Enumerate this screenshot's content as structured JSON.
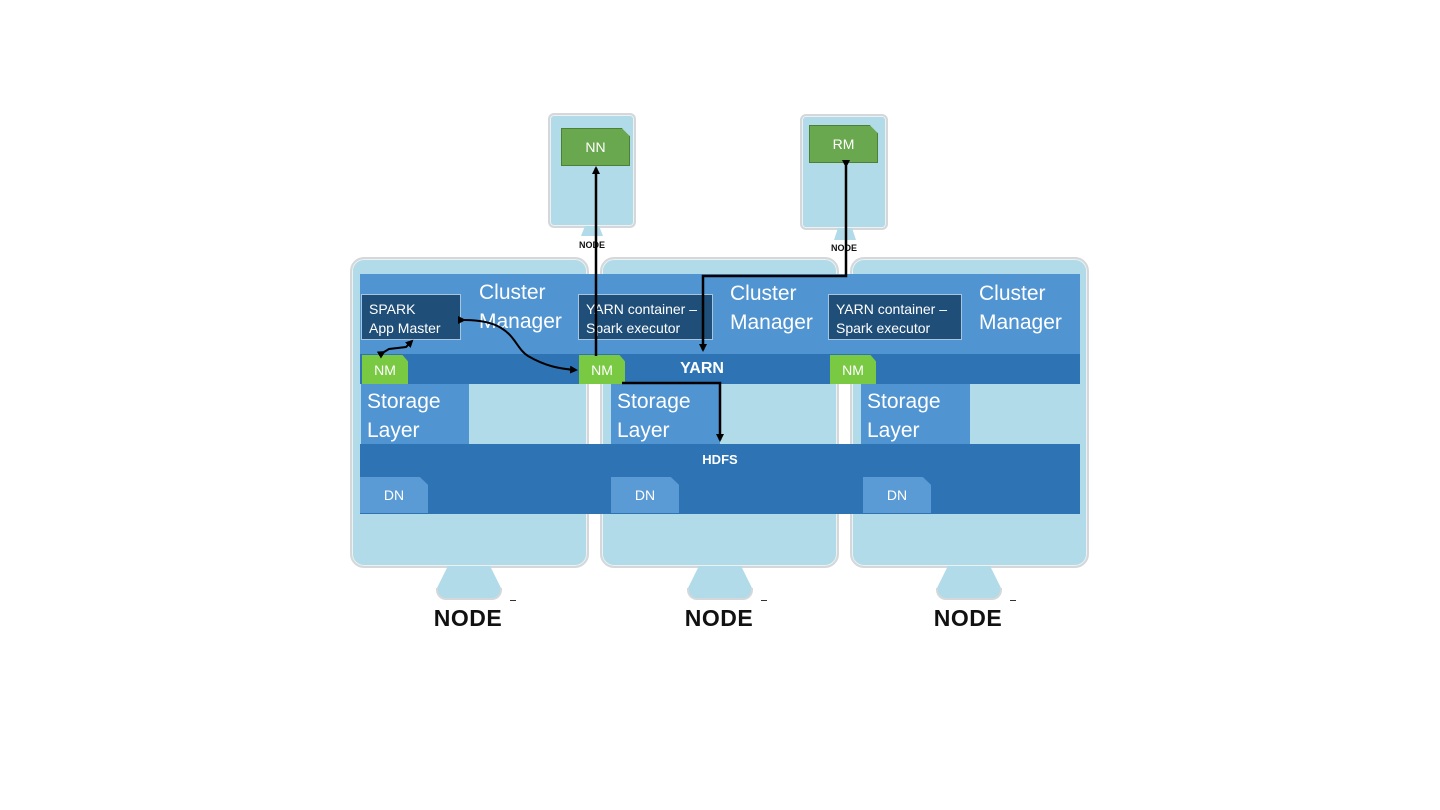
{
  "nodes": {
    "left_label": "NODE",
    "middle_label": "NODE",
    "right_label": "NODE",
    "nn_host_label": "NODE",
    "rm_host_label": "NODE"
  },
  "top_nodes": {
    "nn": "NN",
    "rm": "RM"
  },
  "cluster_manager": {
    "left": [
      "Cluster",
      "Manager"
    ],
    "middle": [
      "Cluster",
      "Manager"
    ],
    "right": [
      "Cluster",
      "Manager"
    ]
  },
  "containers": {
    "spark_app_master": [
      "SPARK",
      "App Master"
    ],
    "yarn_middle": [
      "YARN container –",
      "Spark executor"
    ],
    "yarn_right": [
      "YARN container –",
      "Spark executor"
    ]
  },
  "yarn_band": {
    "label": "YARN",
    "nm_labels": [
      "NM",
      "NM",
      "NM"
    ]
  },
  "storage": {
    "left": [
      "Storage",
      "Layer"
    ],
    "middle": [
      "Storage",
      "Layer"
    ],
    "right": [
      "Storage",
      "Layer"
    ]
  },
  "hdfs_band": {
    "label": "HDFS",
    "dn_labels": [
      "DN",
      "DN",
      "DN"
    ]
  },
  "colors": {
    "monitor": "#b1dbe8",
    "cluster_manager": "#5094d1",
    "band": "#2e74b5",
    "container": "#1f4e79",
    "nm": "#7ac943",
    "top_service": "#6aa84f",
    "dn": "#5b9bd5"
  }
}
